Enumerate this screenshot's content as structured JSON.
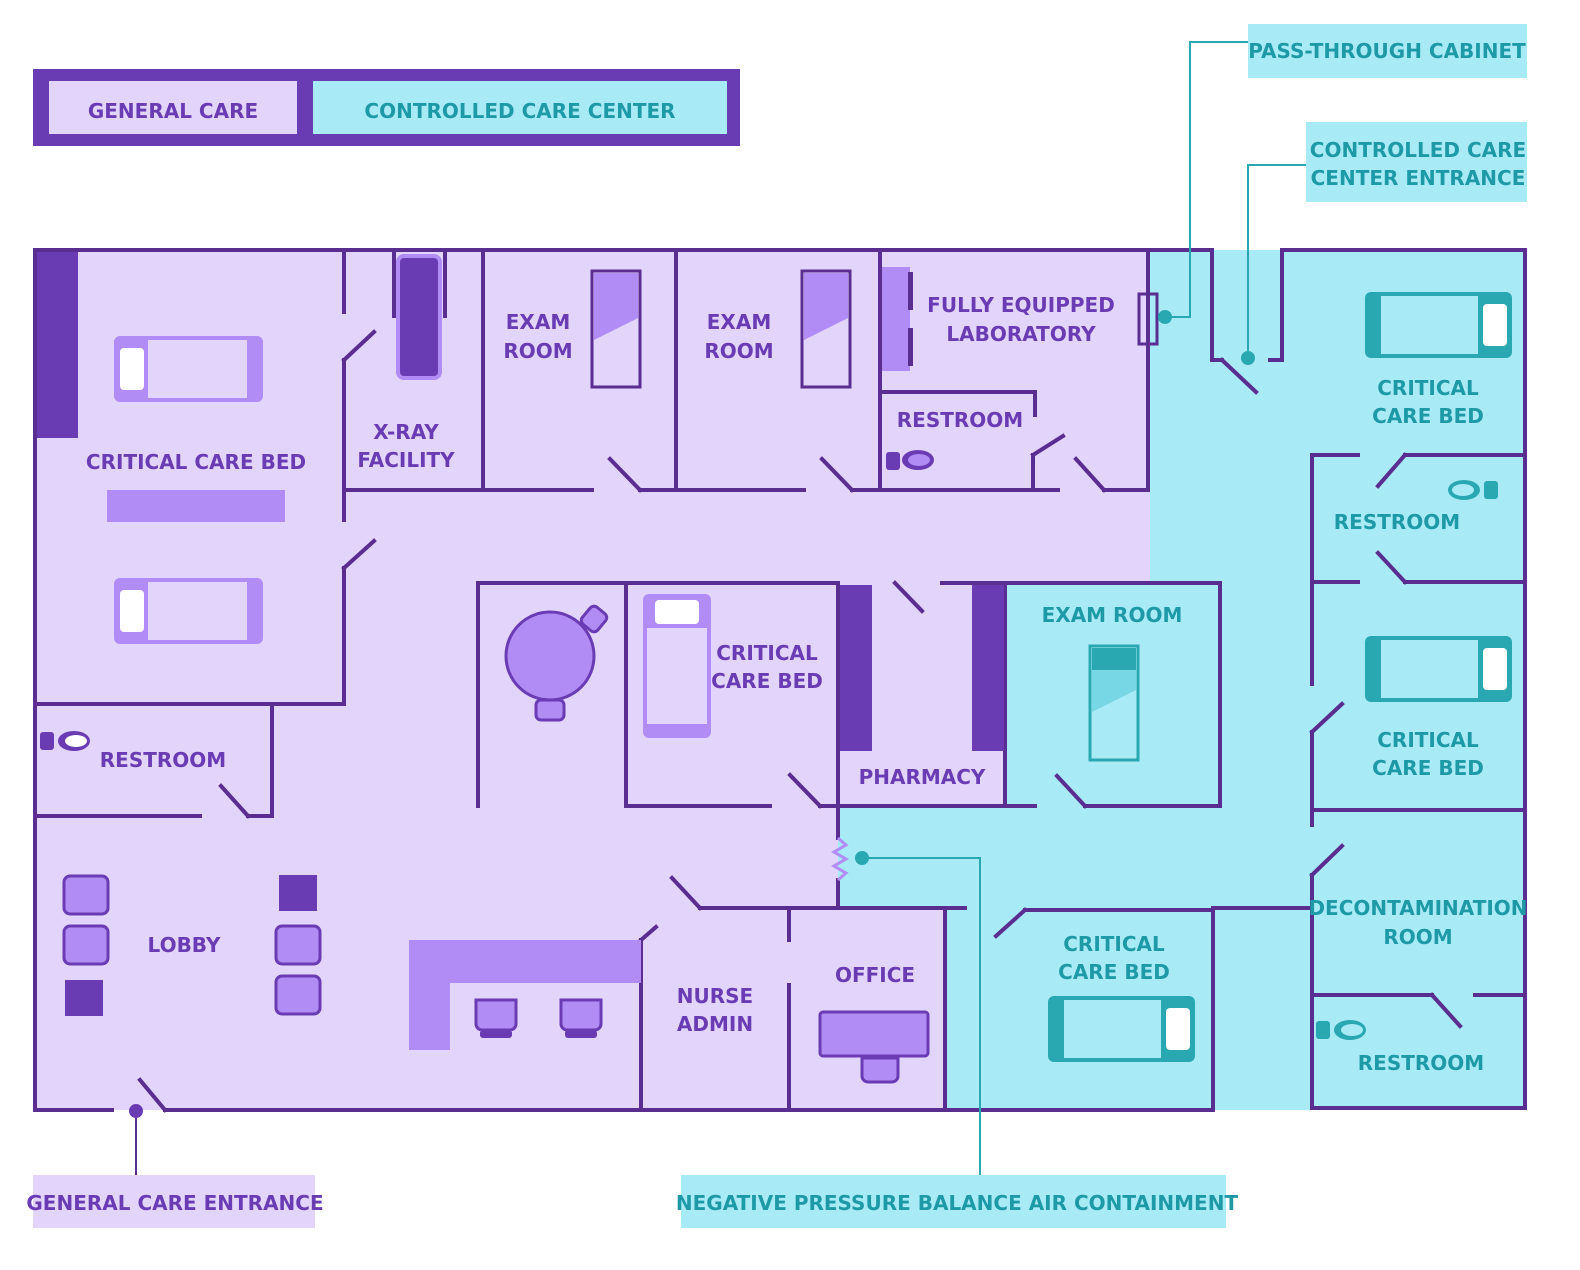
{
  "legend": {
    "general_care": "GENERAL CARE",
    "controlled_care": "CONTROLLED CARE CENTER"
  },
  "callouts": {
    "pass_through": "PASS-THROUGH CABINET",
    "cc_entrance_1": "CONTROLLED CARE",
    "cc_entrance_2": "CENTER ENTRANCE",
    "general_entrance": "GENERAL CARE ENTRANCE",
    "negative_pressure": "NEGATIVE PRESSURE BALANCE AIR CONTAINMENT"
  },
  "rooms": {
    "critical_care_bed_left": "CRITICAL CARE BED",
    "xray_1": "X-RAY",
    "xray_2": "FACILITY",
    "exam_room_1a": "EXAM",
    "exam_room_1b": "ROOM",
    "exam_room_2a": "EXAM",
    "exam_room_2b": "ROOM",
    "lab_1": "FULLY EQUIPPED",
    "lab_2": "LABORATORY",
    "restroom_lab": "RESTROOM",
    "restroom_left": "RESTROOM",
    "critical_care_center_1": "CRITICAL",
    "critical_care_center_2": "CARE BED",
    "pharmacy": "PHARMACY",
    "lobby": "LOBBY",
    "nurse_admin_1": "NURSE",
    "nurse_admin_2": "ADMIN",
    "office": "OFFICE",
    "exam_room_cc": "EXAM ROOM",
    "cc_bed_top_1": "CRITICAL",
    "cc_bed_top_2": "CARE BED",
    "cc_restroom_top": "RESTROOM",
    "cc_bed_mid_1": "CRITICAL",
    "cc_bed_mid_2": "CARE BED",
    "cc_bed_bottom_1": "CRITICAL",
    "cc_bed_bottom_2": "CARE BED",
    "decon_1": "DECONTAMINATION",
    "decon_2": "ROOM",
    "cc_restroom_bottom": "RESTROOM"
  },
  "colors": {
    "general_fill": "#e3d4fb",
    "controlled_fill": "#a8ebf6",
    "wall": "#5a2d91",
    "accent_purple": "#b18cf4",
    "dark_purple": "#6a3cb4",
    "teal_accent": "#1e9aa6",
    "teal_dark": "#2aa8b2"
  }
}
